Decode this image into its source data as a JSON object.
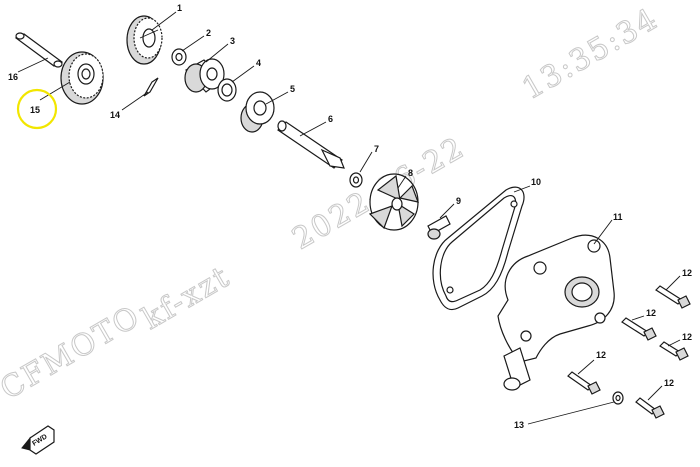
{
  "watermark": {
    "brand": "CFMOTO",
    "user": "kf-xzt",
    "date": "2022-06-22",
    "time": "13:35:34"
  },
  "callouts": {
    "c1": "1",
    "c2": "2",
    "c3": "3",
    "c4": "4",
    "c5": "5",
    "c6": "6",
    "c7": "7",
    "c8": "8",
    "c9": "9",
    "c10": "10",
    "c11": "11",
    "c12a": "12",
    "c12b": "12",
    "c12c": "12",
    "c12d": "12",
    "c12e": "12",
    "c13": "13",
    "c14": "14",
    "c15": "15",
    "c16": "16"
  },
  "highlight": {
    "part": "15",
    "color": "#f2e600"
  },
  "fwd_label": "FWD"
}
